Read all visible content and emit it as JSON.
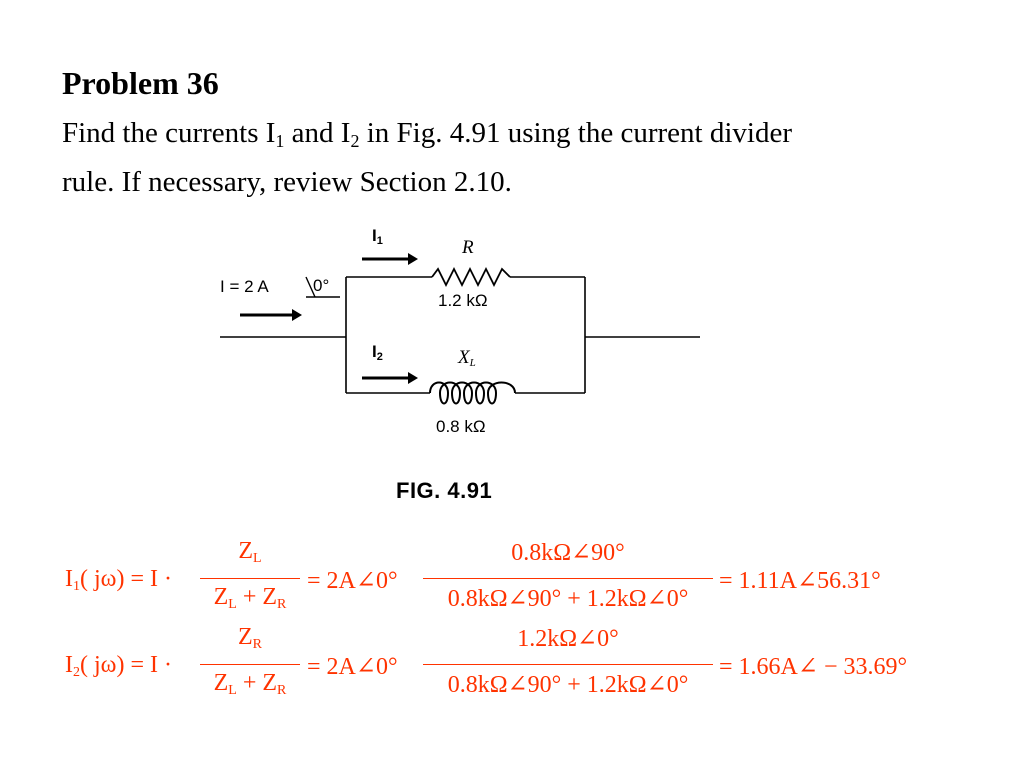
{
  "problem": {
    "title": "Problem 36",
    "line1_a": "Find the currents I",
    "sub1": "1",
    "line1_b": " and I",
    "sub2": "2",
    "line1_c": " in Fig. 4.91 using the current divider",
    "line2": "rule. If necessary, review Section 2.10."
  },
  "figure": {
    "source_label": "I = 2 A",
    "source_angle": "0°",
    "branch1_current": "I",
    "branch1_current_sub": "1",
    "resistor_symbol": "R",
    "resistor_value": "1.2 kΩ",
    "branch2_current": "I",
    "branch2_current_sub": "2",
    "inductor_symbol": "X",
    "inductor_symbol_sub": "L",
    "inductor_value": "0.8 kΩ",
    "caption": "FIG. 4.91"
  },
  "equations": [
    {
      "lhs": "I",
      "lhs_sub": "1",
      "lhs_arg": "( jω) = I ·",
      "frac1_num": "Z",
      "frac1_num_sub": "L",
      "frac1_den_a": "Z",
      "frac1_den_a_sub": "L",
      "frac1_den_op": " + Z",
      "frac1_den_b_sub": "R",
      "mid": "= 2A∠0°",
      "frac2_num": "0.8kΩ∠90°",
      "frac2_den": "0.8kΩ∠90° + 1.2kΩ∠0°",
      "result": "= 1.11A∠56.31°"
    },
    {
      "lhs": "I",
      "lhs_sub": "2",
      "lhs_arg": "( jω) = I ·",
      "frac1_num": "Z",
      "frac1_num_sub": "R",
      "frac1_den_a": "Z",
      "frac1_den_a_sub": "L",
      "frac1_den_op": " + Z",
      "frac1_den_b_sub": "R",
      "mid": "= 2A∠0°",
      "frac2_num": "1.2kΩ∠0°",
      "frac2_den": "0.8kΩ∠90° + 1.2kΩ∠0°",
      "result": "= 1.66A∠ − 33.69°"
    }
  ],
  "colors": {
    "text": "#000000",
    "equation": "#ff3300",
    "background": "#ffffff"
  }
}
